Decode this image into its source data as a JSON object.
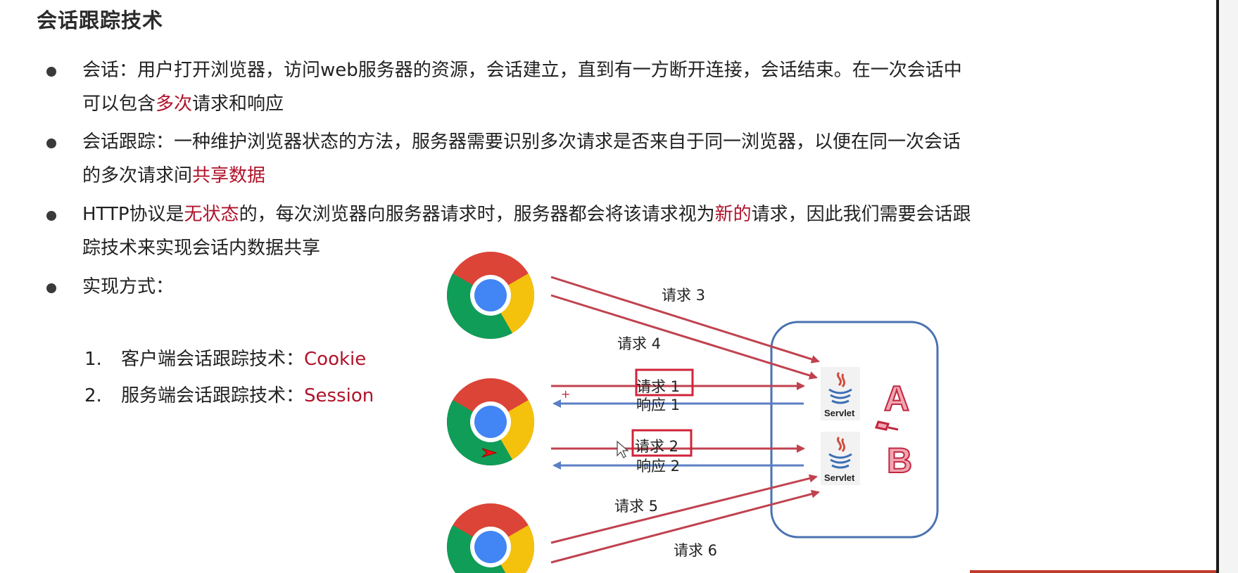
{
  "title": "会话跟踪技术",
  "bullets": [
    {
      "parts": [
        "会话：用户打开浏览器，访问web服务器的资源，会话建立，直到有一方断开连接，会话结束。在一次会话中"
      ],
      "line2": [
        "可以包含",
        "多次",
        "请求和响应"
      ]
    },
    {
      "parts": [
        "会话跟踪：一种维护浏览器状态的方法，服务器需要识别多次请求是否来自于同一浏览器，以便在同一次会话"
      ],
      "line2": [
        "的多次请求间",
        "共享数据"
      ]
    },
    {
      "parts": [
        "HTTP协议是",
        "无状态",
        "的，每次浏览器向服务器请求时，服务器都会将该请求视为",
        "新的",
        "请求，因此我们需要会话跟"
      ],
      "line2": [
        "踪技术来实现会话内数据共享"
      ]
    },
    {
      "parts": [
        "实现方式："
      ]
    }
  ],
  "sub_items": [
    {
      "num": "1.",
      "text": "客户端会话跟踪技术：",
      "highlight": "Cookie"
    },
    {
      "num": "2.",
      "text": "服务端会话跟踪技术：",
      "highlight": "Session"
    }
  ],
  "diagram": {
    "labels": {
      "req3": "请求 3",
      "req4": "请求 4",
      "req1": "请求 1",
      "resp1": "响应 1",
      "req2": "请求 2",
      "resp2": "响应 2",
      "req5": "请求 5",
      "req6": "请求 6"
    },
    "servlet_label": "Servlet",
    "server_a": "A",
    "server_b": "B",
    "request_color": "#c0424f",
    "response_color": "#5b7fc4",
    "server_box_color": "#4a72b0"
  }
}
